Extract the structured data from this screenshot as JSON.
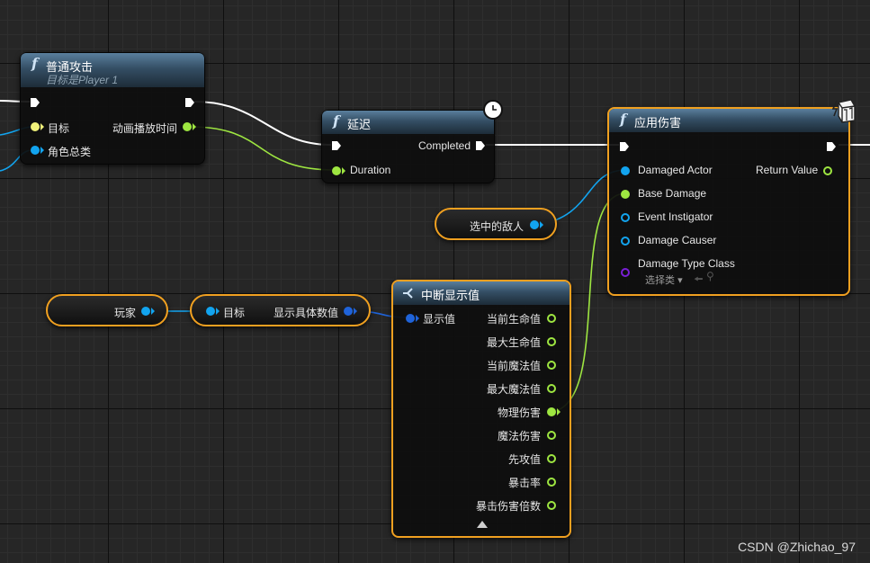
{
  "nodes": {
    "normal_attack": {
      "title": "普通攻击",
      "subtitle": "目标是Player 1",
      "pin_target": "目标",
      "pin_role": "角色总类",
      "pin_anim_time": "动画播放时间"
    },
    "delay": {
      "title": "延迟",
      "pin_completed": "Completed",
      "pin_duration": "Duration"
    },
    "apply_damage": {
      "title": "应用伤害",
      "pin_damaged_actor": "Damaged Actor",
      "pin_base_damage": "Base Damage",
      "pin_event_instigator": "Event Instigator",
      "pin_damage_causer": "Damage Causer",
      "pin_damage_type_class": "Damage Type Class",
      "dropdown_select_class": "选择类",
      "pin_return_value": "Return Value"
    },
    "selected_enemy": {
      "label": "选中的敌人"
    },
    "player": {
      "label": "玩家"
    },
    "show_value": {
      "pin_target": "目标",
      "pin_output": "显示具体数值"
    },
    "break_display": {
      "title": "中断显示值",
      "pin_input": "显示值",
      "outputs": [
        "当前生命值",
        "最大生命值",
        "当前魔法值",
        "最大魔法值",
        "物理伤害",
        "魔法伤害",
        "先攻值",
        "暴击率",
        "暴击伤害倍数"
      ]
    }
  },
  "watermark": "CSDN @Zhichao_97",
  "colors": {
    "exec": "#ffffff",
    "object_pin": "#12a4ef",
    "float_pin": "#9ee641",
    "struct_pin": "#1f63d9",
    "class_pin": "#7a1fd6",
    "selected_border": "#f0a020"
  }
}
